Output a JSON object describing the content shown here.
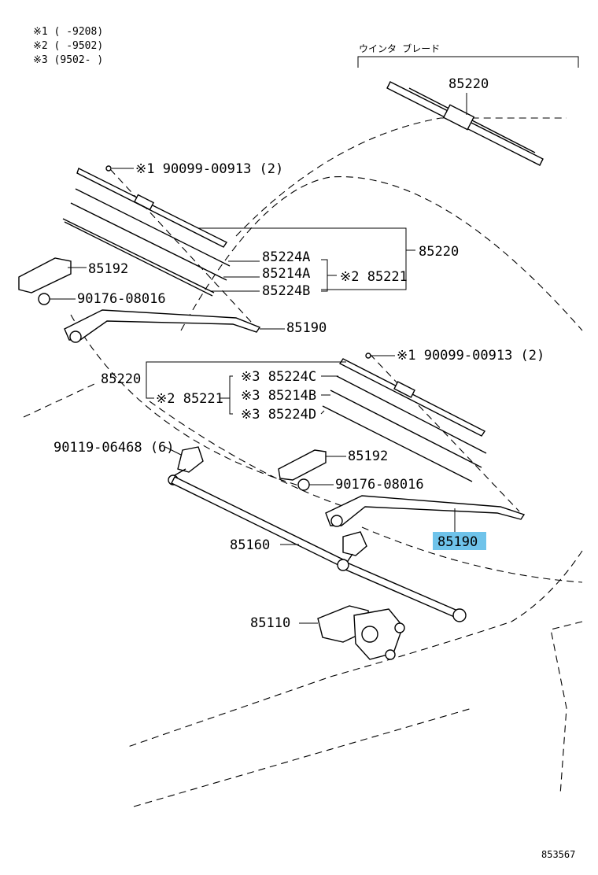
{
  "notes": [
    {
      "text": "※1 (     -9208)"
    },
    {
      "text": "※2 (     -9502)"
    },
    {
      "text": "※3 (9502-     )"
    }
  ],
  "header_caption": "ウインタ ブレード",
  "labels": {
    "blade_top": "85220",
    "screw_upper": "※1 90099-00913 (2)",
    "rubber_a_upper": "85224A",
    "rubber_b_upper": "85214A",
    "rubber_c_upper": "85224B",
    "blade_upper": "85220",
    "insert_upper": "※2 85221",
    "cap_upper": "85192",
    "nut_upper": "90176-08016",
    "arm_upper": "85190",
    "screw_lower": "※1 90099-00913 (2)",
    "blade_lower": "85220",
    "insert_lower": "※2 85221",
    "rubber_a_lower": "※3 85224C",
    "rubber_b_lower": "※3 85214B",
    "rubber_c_lower": "※3 85224D",
    "pivot_bolt": "90119-06468 (6)",
    "cap_lower": "85192",
    "nut_lower": "90176-08016",
    "arm_lower": "85190",
    "link": "85160",
    "motor": "85110",
    "figure_id": "853567"
  },
  "colors": {
    "highlight": "#6fc3ea",
    "ink": "#000000"
  }
}
